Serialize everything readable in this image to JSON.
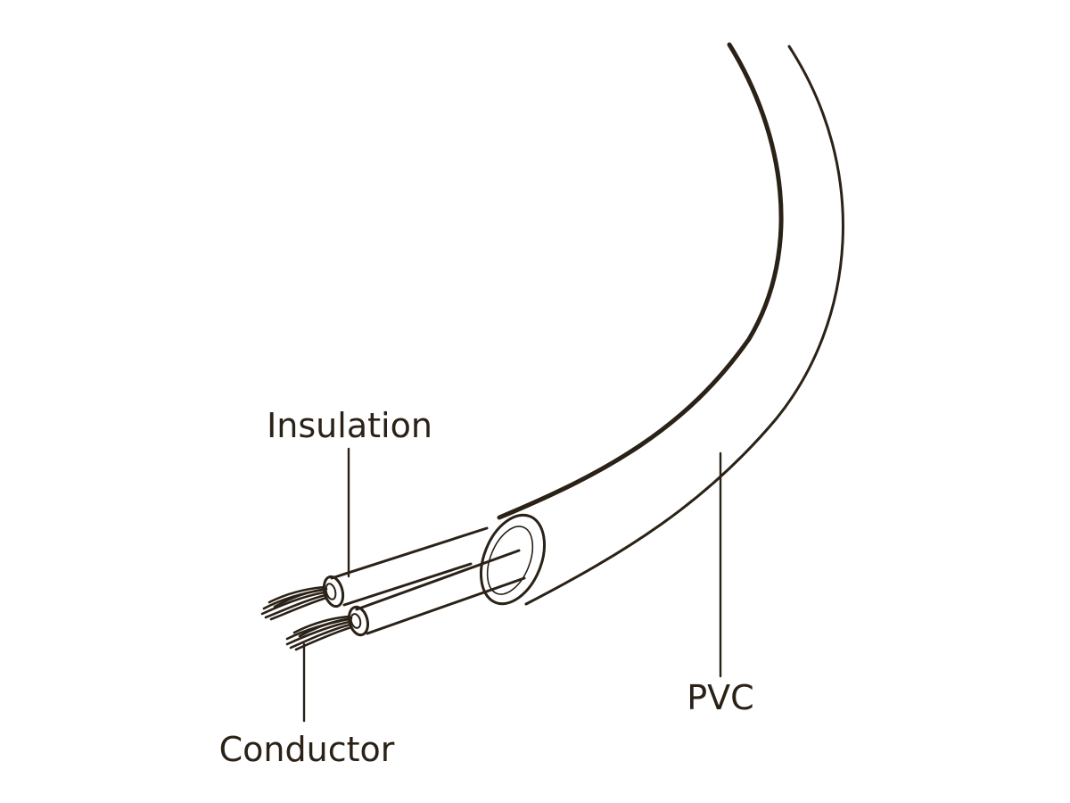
{
  "diagram": {
    "labels": {
      "insulation": "Insulation",
      "conductor": "Conductor",
      "pvc": "PVC"
    },
    "colors": {
      "ink": "#2a2117",
      "background": "#ffffff"
    }
  }
}
